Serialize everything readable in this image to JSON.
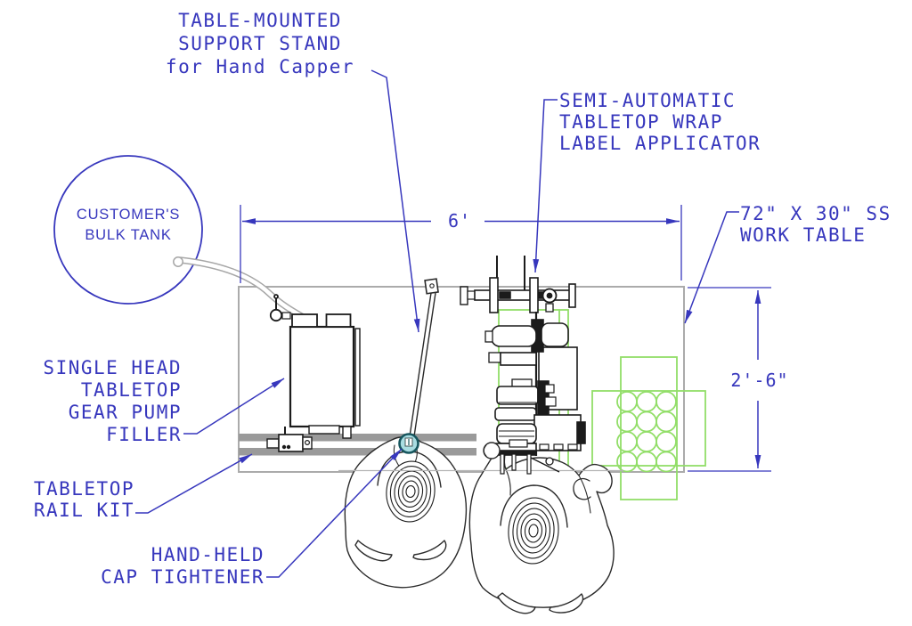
{
  "drawing": {
    "type": "equipment-layout-plan",
    "view": "top view of tabletop filling, capping and labeling line"
  },
  "labels": {
    "support_stand": {
      "lines": [
        "TABLE-MOUNTED",
        "SUPPORT STAND",
        "for Hand Capper"
      ]
    },
    "label_applicator": {
      "lines": [
        "SEMI-AUTOMATIC",
        "TABLETOP WRAP",
        "LABEL APPLICATOR"
      ]
    },
    "work_table": {
      "lines": [
        "72\" X 30\" SS",
        "WORK TABLE"
      ]
    },
    "bulk_tank": {
      "lines": [
        "CUSTOMER'S",
        "BULK TANK"
      ]
    },
    "filler": {
      "lines": [
        "SINGLE HEAD",
        "TABLETOP",
        "GEAR PUMP",
        "FILLER"
      ]
    },
    "rail_kit": {
      "lines": [
        "TABLETOP",
        "RAIL KIT"
      ]
    },
    "cap_tightener": {
      "lines": [
        "HAND-HELD",
        "CAP TIGHTENER"
      ]
    }
  },
  "dimensions": {
    "table_width": "6'",
    "table_depth": "2'-6\""
  },
  "colors": {
    "annotation_blue": "#3737bd",
    "case_green": "#92de68",
    "table_gray": "#ababab",
    "rail_gray": "#9a9a9a",
    "machine_black": "#1b1b1b",
    "capper_fill": "#a9dde2",
    "capper_stroke": "#17565e"
  }
}
